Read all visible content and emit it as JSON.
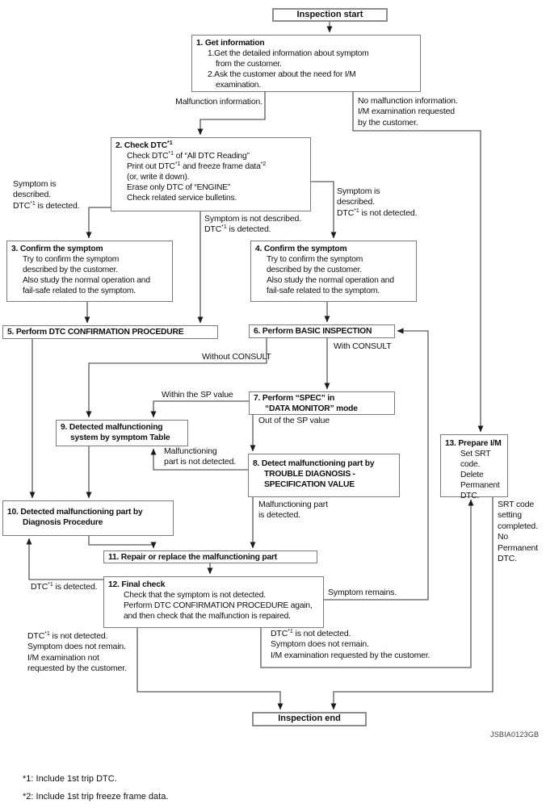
{
  "terminals": {
    "start": "Inspection start",
    "end": "Inspection end"
  },
  "nodes": {
    "n1": {
      "title": "1. Get information",
      "lines": [
        "1.Get the detailed information about symptom",
        "from the customer.",
        "2.Ask the customer about the need for I/M",
        "examination."
      ]
    },
    "n2": {
      "title": "2. Check DTC*1",
      "lines": [
        "Check DTC*1 of “All DTC Reading”",
        "Print out DTC*1 and freeze frame data*2",
        "(or, write it down).",
        "Erase only DTC of “ENGINE”",
        "Check related service bulletins."
      ]
    },
    "n3": {
      "title": "3. Confirm the symptom",
      "lines": [
        "Try to confirm the symptom",
        "described by the customer.",
        "Also study the normal operation and",
        "fail-safe related to the symptom."
      ]
    },
    "n4": {
      "title": "4. Confirm the symptom",
      "lines": [
        "Try to confirm the symptom",
        "described by the customer.",
        "Also study the normal operation and",
        "fail-safe related to the symptom."
      ]
    },
    "n5": {
      "title": "5. Perform DTC CONFIRMATION PROCEDURE"
    },
    "n6": {
      "title": "6. Perform BASIC INSPECTION"
    },
    "n7": {
      "lines": [
        "7. Perform “SPEC” in",
        "“DATA MONITOR” mode"
      ]
    },
    "n8": {
      "lines": [
        "8. Detect malfunctioning part by",
        "TROUBLE DIAGNOSIS -",
        "SPECIFICATION VALUE"
      ]
    },
    "n9": {
      "lines": [
        "9. Detected malfunctioning",
        "system by symptom Table"
      ]
    },
    "n10": {
      "lines": [
        "10. Detected malfunctioning part by",
        "Diagnosis Procedure"
      ]
    },
    "n11": {
      "title": "11. Repair or replace the malfunctioning part"
    },
    "n12": {
      "title": "12. Final check",
      "lines": [
        "Check that the symptom is not detected.",
        "Perform DTC CONFIRMATION PROCEDURE again,",
        "and then check that the malfunction is repaired."
      ]
    },
    "n13": {
      "title": "13. Prepare I/M",
      "lines": [
        "Set SRT code.",
        "Delete",
        "Permanent",
        "DTC."
      ]
    }
  },
  "edge_labels": {
    "malfunction_information": "Malfunction information.",
    "no_malfunction_information": [
      "No malfunction information.",
      "I/M examination requested",
      "by the customer."
    ],
    "symptom_described_dtc_detected": [
      "Symptom is",
      "described.",
      "DTC*1 is detected."
    ],
    "symptom_not_described_dtc_detected": [
      "Symptom is not described.",
      "DTC*1 is detected."
    ],
    "symptom_described_dtc_not_detected": [
      "Symptom is",
      "described.",
      "DTC*1 is not detected."
    ],
    "without_consult": "Without CONSULT",
    "with_consult": "With CONSULT",
    "within_sp_value": "Within the SP value",
    "out_of_sp_value": "Out of the SP value",
    "part_not_detected": [
      "Malfunctioning",
      "part is not detected."
    ],
    "part_detected": [
      "Malfunctioning part",
      "is detected."
    ],
    "srt_code_setting": [
      "SRT code",
      "setting",
      "completed.",
      "No",
      "Permanent",
      "DTC."
    ],
    "symptom_remains": "Symptom remains.",
    "dtc_detected": "DTC*1 is detected.",
    "end_left": [
      "DTC*1 is not detected.",
      "Symptom does not remain.",
      "I/M examination not",
      "requested by the customer."
    ],
    "end_right": [
      "DTC*1 is not detected.",
      "Symptom does not remain.",
      "I/M examination requested by the customer."
    ]
  },
  "figure_code": "JSBIA0123GB",
  "footnotes": [
    "*1: Include 1st trip DTC.",
    "*2: Include 1st trip freeze frame data."
  ]
}
